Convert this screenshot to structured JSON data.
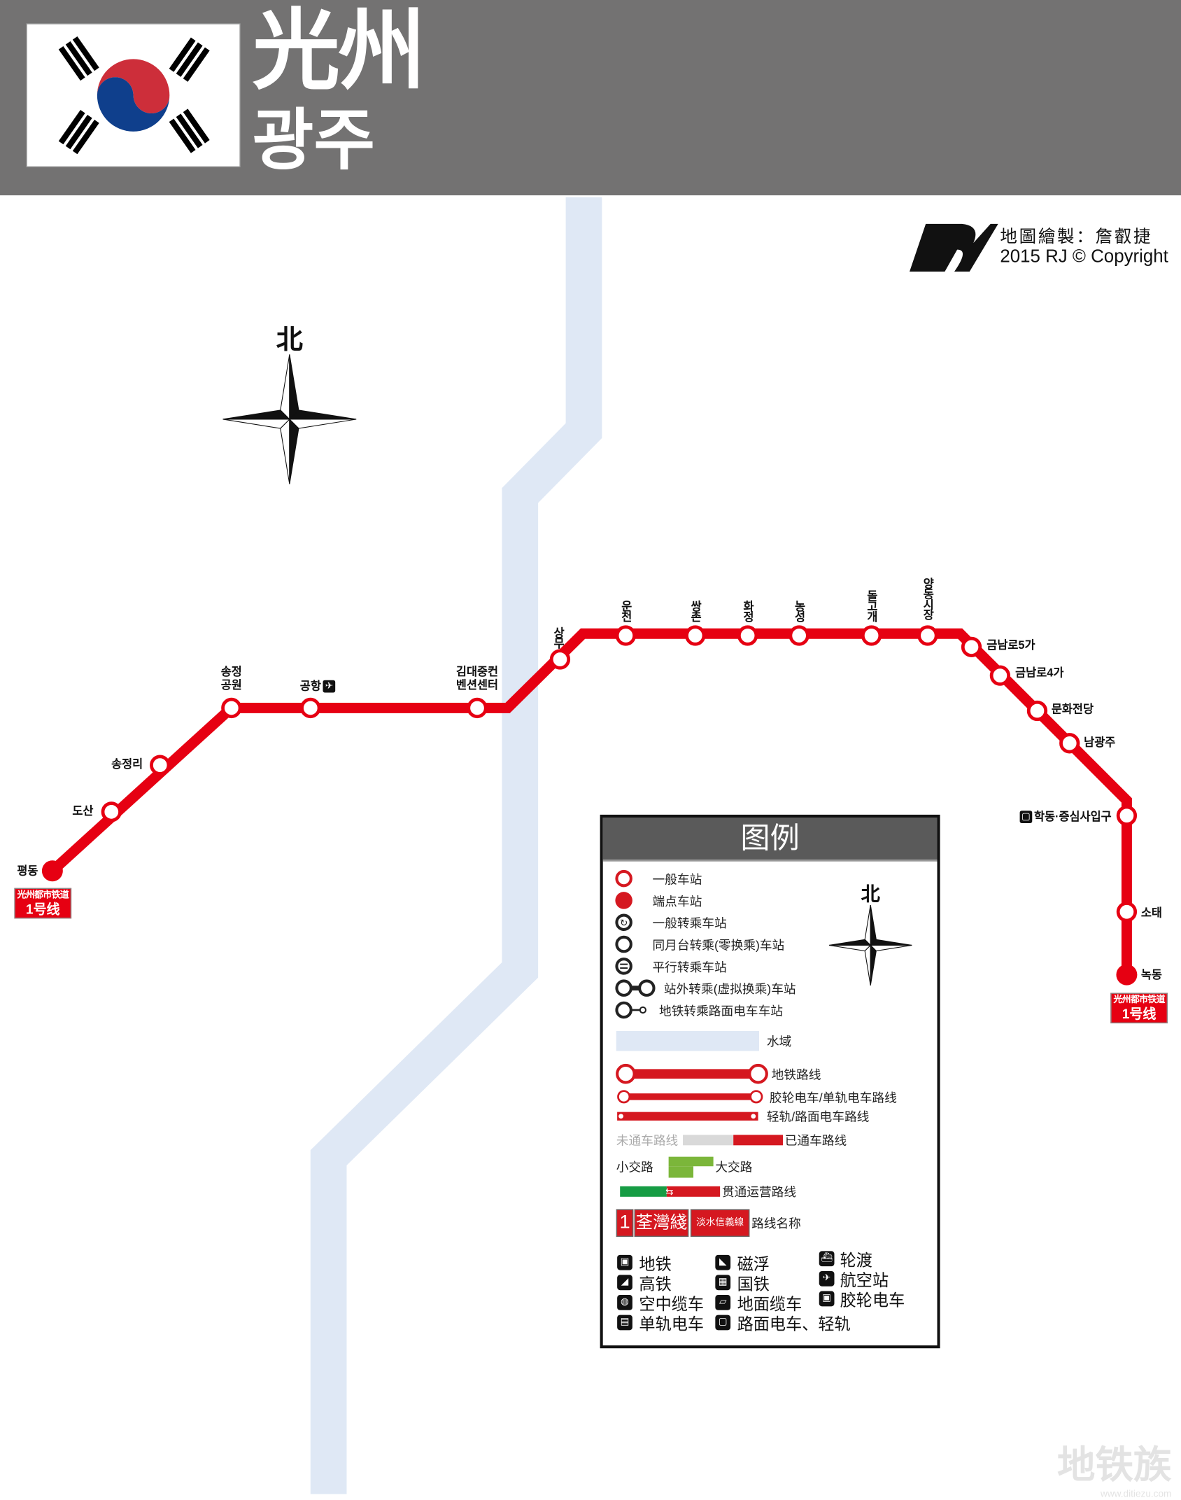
{
  "header": {
    "title_chinese": "光州",
    "title_korean": "광주",
    "flag": "south-korea-flag"
  },
  "credit": {
    "logo": "RJ",
    "line1": "地圖繪製：詹叡捷",
    "line2": "2015 RJ © Copyright"
  },
  "compass": {
    "north_label": "北"
  },
  "line": {
    "color": "#e60012",
    "badge_operator": "光州都市铁道",
    "badge_line": "1号线",
    "stations": [
      {
        "name": "평동",
        "type": "terminal"
      },
      {
        "name": "도산",
        "type": "station"
      },
      {
        "name": "송정리",
        "type": "station"
      },
      {
        "name": "송정공원",
        "type": "station"
      },
      {
        "name": "공항",
        "type": "station",
        "icon": "airport-icon"
      },
      {
        "name": "김대중컨벤션센터",
        "type": "station"
      },
      {
        "name": "상무",
        "type": "station"
      },
      {
        "name": "운천",
        "type": "station"
      },
      {
        "name": "쌍촌",
        "type": "station"
      },
      {
        "name": "화정",
        "type": "station"
      },
      {
        "name": "농성",
        "type": "station"
      },
      {
        "name": "돌고개",
        "type": "station"
      },
      {
        "name": "양동시장",
        "type": "station"
      },
      {
        "name": "금남로5가",
        "type": "station"
      },
      {
        "name": "금남로4가",
        "type": "station"
      },
      {
        "name": "문화전당",
        "type": "station"
      },
      {
        "name": "남광주",
        "type": "station"
      },
      {
        "name": "학동·증심사입구",
        "type": "station",
        "icon": "tram-icon"
      },
      {
        "name": "소태",
        "type": "station"
      },
      {
        "name": "녹동",
        "type": "terminal"
      }
    ]
  },
  "water_color": "#dfe8f5",
  "legend": {
    "title": "图例",
    "north_label": "北",
    "station_types": [
      "一般车站",
      "端点车站",
      "一般转乘车站",
      "同月台转乘(零换乘)车站",
      "平行转乘车站",
      "站外转乘(虚拟换乘)车站",
      "地铁转乘路面电车车站"
    ],
    "water": "水域",
    "line_types": [
      "地铁路线",
      "胶轮电车/单轨电车路线",
      "轻轨/路面电车路线"
    ],
    "unopened": "未通车路线",
    "opened": "已通车路线",
    "short_route": "小交路",
    "long_route": "大交路",
    "through": "贯通运营路线",
    "route_name_sample": {
      "number": "1",
      "name": "荃灣綫",
      "alt_name": "淡水信義線",
      "label": "路线名称"
    },
    "transport_icons": [
      {
        "icon": "subway-icon",
        "glyph": "▣",
        "label": "地铁"
      },
      {
        "icon": "high-speed-rail-icon",
        "glyph": "◢",
        "label": "高铁"
      },
      {
        "icon": "aerial-cableway-icon",
        "glyph": "◍",
        "label": "空中缆车"
      },
      {
        "icon": "monorail-icon",
        "glyph": "▤",
        "label": "单轨电车"
      },
      {
        "icon": "maglev-icon",
        "glyph": "◣",
        "label": "磁浮"
      },
      {
        "icon": "national-rail-icon",
        "glyph": "▦",
        "label": "国铁"
      },
      {
        "icon": "funicular-icon",
        "glyph": "▱",
        "label": "地面缆车"
      },
      {
        "icon": "tram-icon",
        "glyph": "▢",
        "label": "路面电车、轻轨"
      },
      {
        "icon": "ferry-icon",
        "glyph": "⛴",
        "label": "轮渡"
      },
      {
        "icon": "airport-icon",
        "glyph": "✈",
        "label": "航空站"
      },
      {
        "icon": "rubber-tyred-tram-icon",
        "glyph": "▣",
        "label": "胶轮电车"
      }
    ]
  },
  "watermark": {
    "text": "地铁族",
    "url": "www.ditiezu.com"
  }
}
